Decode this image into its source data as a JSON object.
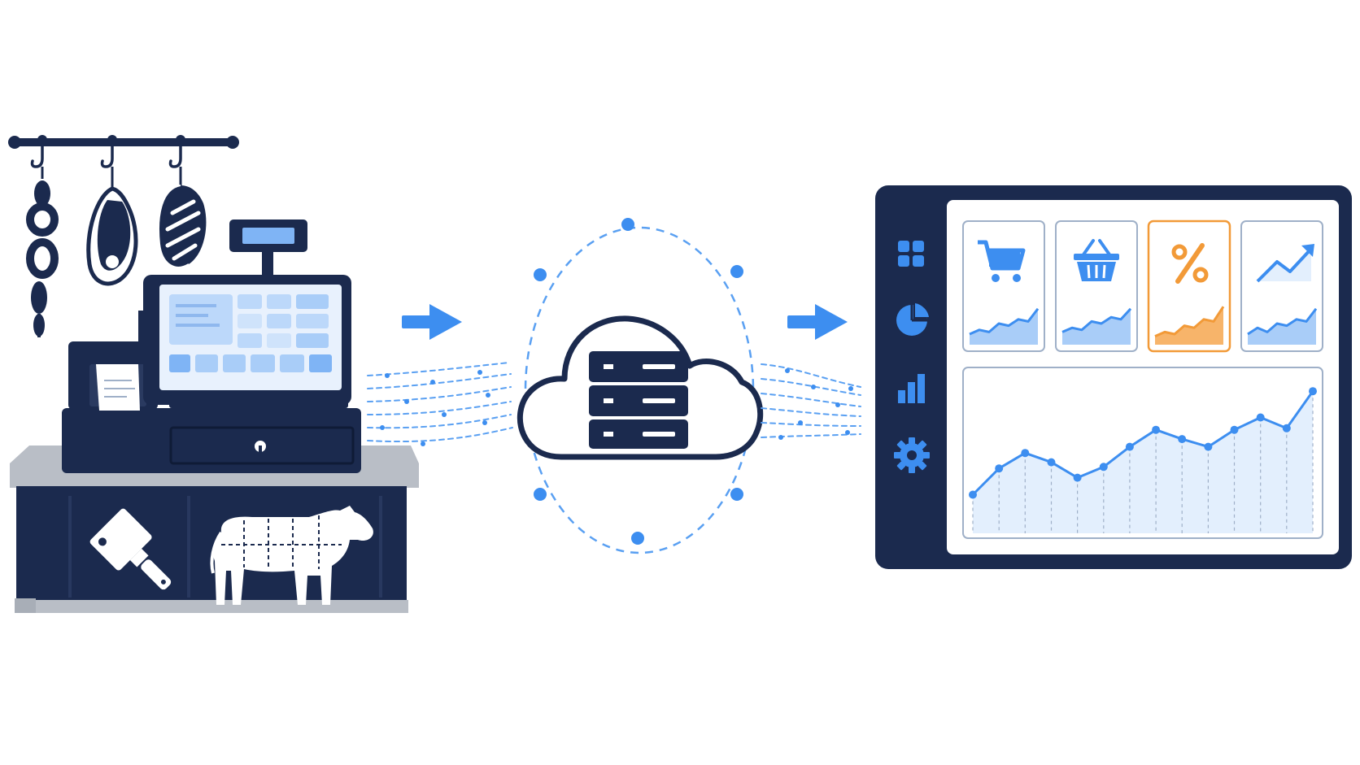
{
  "colors": {
    "navy": "#1b2a4e",
    "accent_blue": "#3d8ef0",
    "light_blue": "#a9cdf8",
    "pale_blue": "#e3effd",
    "orange": "#f29a38",
    "pale_orange": "#fdf1e2",
    "counter_top": "#b9bec6",
    "white": "#ffffff"
  },
  "icons": {
    "rail": "meat-rail-icon",
    "sausage": "sausage-links-icon",
    "ham": "ham-icon",
    "steak": "steak-icon",
    "register": "cash-register-icon",
    "receipt_printer": "receipt-printer-icon",
    "cash_drawer": "cash-drawer-icon",
    "cleaver": "cleaver-icon",
    "cow_cuts": "cow-cuts-icon",
    "arrow_in": "arrow-right-icon",
    "cloud_server": "cloud-server-icon",
    "arrow_out": "arrow-right-icon",
    "nav_grid": "grid-icon",
    "nav_pie": "pie-chart-icon",
    "nav_bars": "bar-chart-icon",
    "nav_settings": "gear-icon",
    "card_cart": "shopping-cart-icon",
    "card_basket": "shopping-basket-icon",
    "card_percent": "percent-icon",
    "card_trend": "trend-up-icon"
  },
  "cards": [
    {
      "icon": "shopping-cart-icon",
      "highlighted": false,
      "spark": [
        0.25,
        0.35,
        0.3,
        0.5,
        0.45,
        0.6,
        0.55,
        0.85
      ]
    },
    {
      "icon": "shopping-basket-icon",
      "highlighted": false,
      "spark": [
        0.3,
        0.4,
        0.35,
        0.55,
        0.5,
        0.65,
        0.6,
        0.85
      ]
    },
    {
      "icon": "percent-icon",
      "highlighted": true,
      "spark": [
        0.2,
        0.3,
        0.25,
        0.45,
        0.4,
        0.6,
        0.55,
        0.9
      ]
    },
    {
      "icon": "trend-up-icon",
      "highlighted": false,
      "spark": [
        0.25,
        0.4,
        0.3,
        0.5,
        0.45,
        0.6,
        0.55,
        0.85
      ]
    }
  ],
  "main_chart": {
    "values": [
      0.25,
      0.42,
      0.52,
      0.46,
      0.36,
      0.43,
      0.56,
      0.67,
      0.61,
      0.56,
      0.67,
      0.75,
      0.68,
      0.92
    ]
  }
}
